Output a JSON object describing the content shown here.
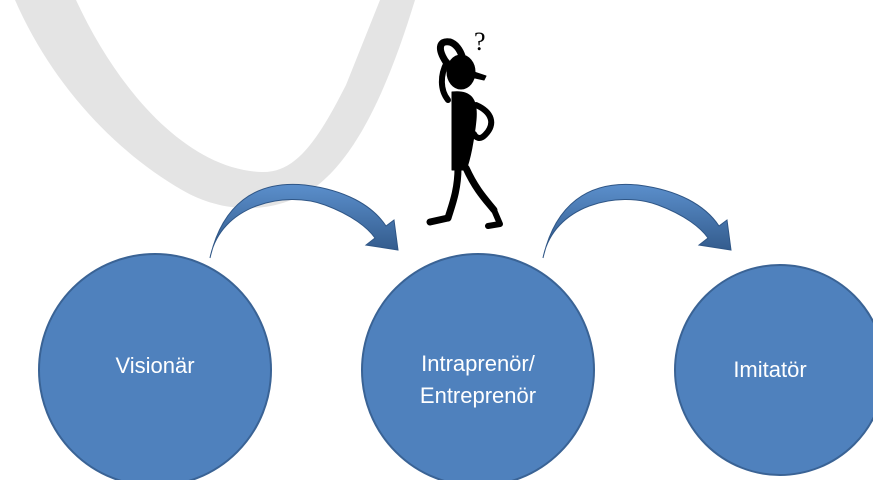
{
  "diagram": {
    "nodes": [
      {
        "id": "visionar",
        "lines": [
          "Visionär"
        ]
      },
      {
        "id": "intraprenor",
        "lines": [
          "Intraprenör/",
          "Entreprenör"
        ]
      },
      {
        "id": "imitator",
        "lines": [
          "Imitatör"
        ]
      }
    ],
    "arrows": [
      {
        "from": "visionar",
        "to": "intraprenor"
      },
      {
        "from": "intraprenor",
        "to": "imitator"
      }
    ],
    "figure_mark": "?"
  },
  "colors": {
    "circle_fill": "#4f81bd",
    "circle_stroke": "#3a6395",
    "arrow_fill": "#4f81bd",
    "arrow_dark": "#2f5686",
    "label": "#ffffff",
    "watermark": "#e4e4e4",
    "figure": "#000000"
  },
  "icons": [
    "thinking-person-icon",
    "curved-arrow-icon"
  ]
}
